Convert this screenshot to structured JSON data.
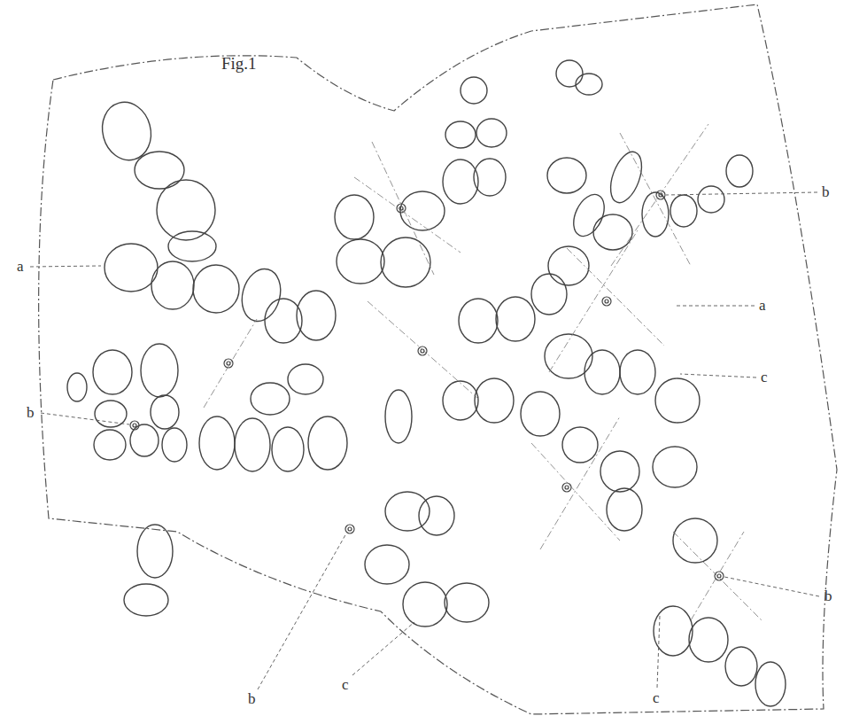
{
  "diagram": {
    "labels": [
      "Fig.1",
      "a",
      "b",
      "b",
      "a",
      "c",
      "b",
      "b",
      "c",
      "c"
    ]
  }
}
